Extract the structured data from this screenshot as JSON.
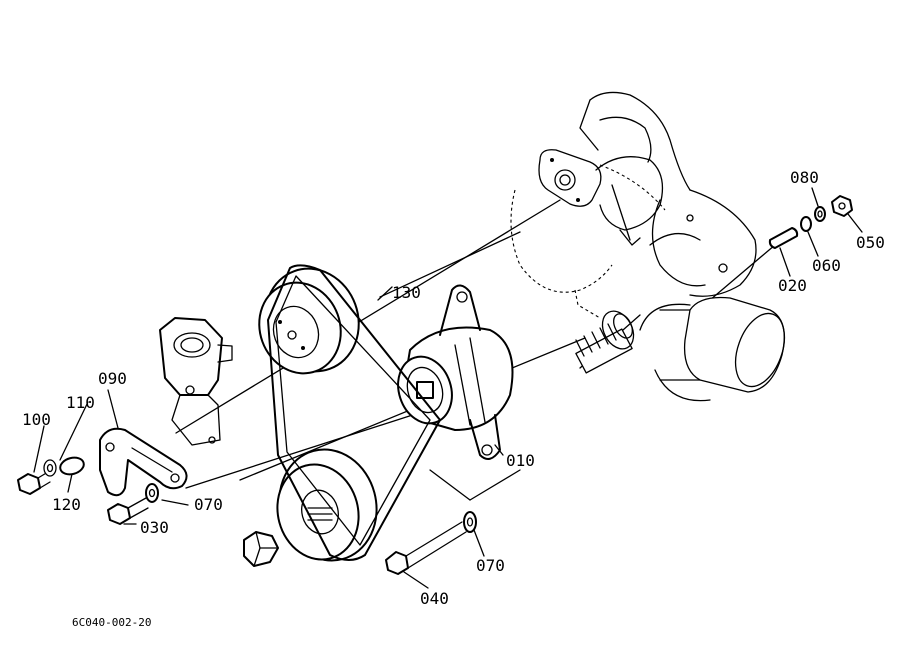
{
  "labels": {
    "p010": "010",
    "p020": "020",
    "p030": "030",
    "p040": "040",
    "p050": "050",
    "p060": "060",
    "p070a": "070",
    "p070b": "070",
    "p080": "080",
    "p090": "090",
    "p100": "100",
    "p110": "110",
    "p120": "120",
    "p130": "130"
  },
  "caption": "6C040-002-20"
}
